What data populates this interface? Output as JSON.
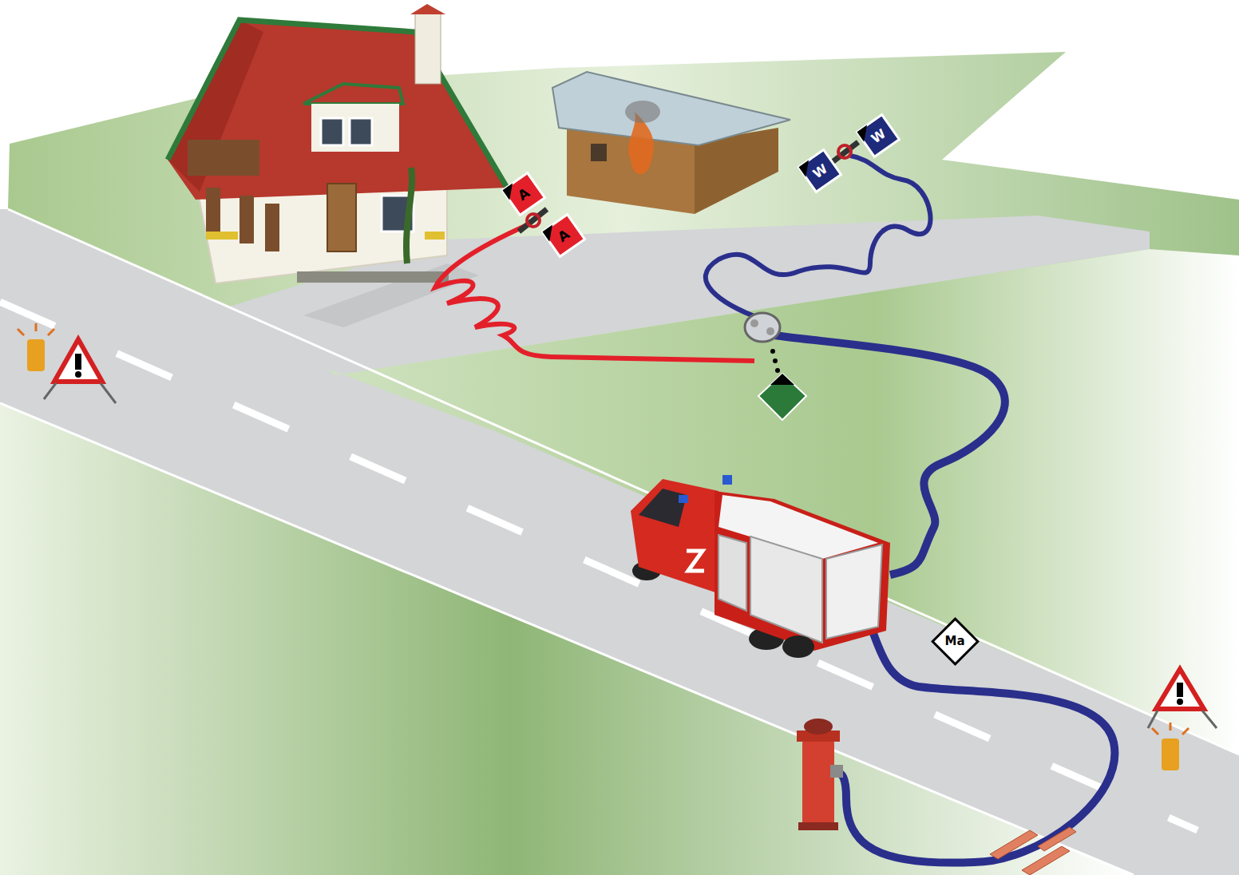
{
  "diagram": {
    "nodes": [
      {
        "text": [
          "A"
        ]
      },
      {
        "text": [
          "A"
        ]
      },
      {
        "text": [
          "W"
        ]
      },
      {
        "text": [
          "W"
        ]
      },
      {
        "text": [
          "Ma"
        ]
      }
    ]
  }
}
